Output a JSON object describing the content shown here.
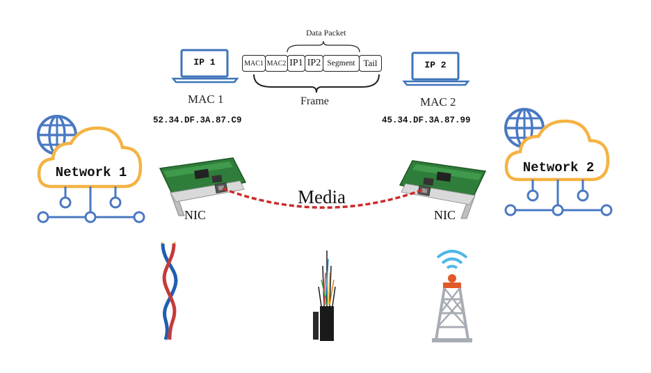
{
  "frame_diagram": {
    "packet_label": "Data Packet",
    "fields": [
      "MAC1",
      "MAC2",
      "IP1",
      "IP2",
      "Segment",
      "Tail"
    ],
    "frame_label": "Frame"
  },
  "hosts": [
    {
      "ip_label": "IP 1",
      "mac_title": "MAC 1",
      "mac_address": "52.34.DF.3A.87.C9"
    },
    {
      "ip_label": "IP 2",
      "mac_title": "MAC 2",
      "mac_address": "45.34.DF.3A.87.99"
    }
  ],
  "networks": [
    {
      "label": "Network 1"
    },
    {
      "label": "Network 2"
    }
  ],
  "nics": [
    {
      "label": "NIC"
    },
    {
      "label": "NIC"
    }
  ],
  "media": {
    "label": "Media"
  },
  "colors": {
    "network_blue": "#4a78c2",
    "cloud_orange": "#f4b342",
    "media_red": "#cc2a2a",
    "laptop_blue": "#3d73b9"
  }
}
